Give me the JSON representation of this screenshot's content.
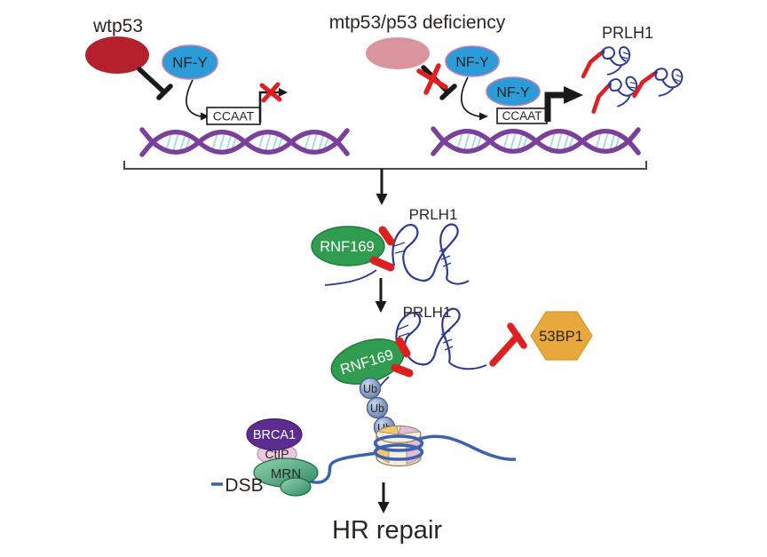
{
  "figure_title": "PRLH1 pathway diagram",
  "colors": {
    "p53_wt": "#B4202C",
    "p53_mut": "#D9949E",
    "nfy": "#2B9CD8",
    "nfy_stroke": "#C27FB5",
    "rnf169": "#2F9C50",
    "bp53": "#E9A83B",
    "brca1": "#5B2D90",
    "ctip": "#EBC9E0",
    "mrn": "#3E9E74",
    "rna_blue": "#2B3A96",
    "dna_purple": "#7B3F9C",
    "dna_rung": "#A8DBEA",
    "dna_line_blue": "#3A62B0",
    "inhibit_red": "#E02020",
    "ub": "#7D95C0",
    "nucleosome_cream": "#F7EFDC",
    "nucleosome_yellow": "#F0C96B",
    "nucleosome_pink": "#E4BAD5"
  },
  "top": {
    "left": {
      "label": "wtp53",
      "nfy": "NF-Y",
      "ccaat": "CCAAT"
    },
    "right": {
      "label": "mtp53/p53 deficiency",
      "nfy_a": "NF-Y",
      "nfy_b": "NF-Y",
      "ccaat": "CCAAT",
      "product": "PRLH1"
    }
  },
  "cascade": {
    "step1": {
      "rna": "PRLH1",
      "enzyme": "RNF169"
    },
    "step2": {
      "rna": "PRLH1",
      "enzyme": "RNF169",
      "inhibited": "53BP1",
      "ub": [
        "Ub",
        "Ub",
        "Ub"
      ]
    },
    "resection": {
      "brca1": "BRCA1",
      "ctip": "CtIP",
      "mrn": "MRN",
      "dsb": "DSB"
    },
    "outcome": "HR repair"
  }
}
